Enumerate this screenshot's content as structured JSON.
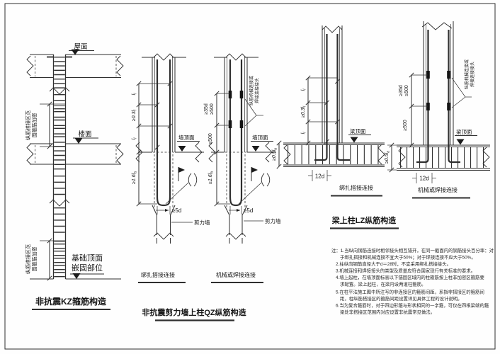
{
  "kz": {
    "roof_label": "屋面",
    "floor_label": "楼面",
    "foundation_label_1": "基础顶面",
    "foundation_label_2": "嵌固部位",
    "lap_note_1": "纵筋搭接区范",
    "lap_note_2": "围箍筋加密",
    "title": "非抗震KZ箍筋构造"
  },
  "qz_lap": {
    "dim_l1": {
      "main": "l",
      "sub": "l"
    },
    "dim_03": {
      "main": "≥0.3l",
      "sub": "l"
    },
    "dim_l2": {
      "main": "l",
      "sub": "l"
    },
    "dim_anchor": {
      "main": "≥1.6l",
      "sub": "a"
    },
    "wall_top": "墙顶面",
    "hook": "≥5d",
    "wall": "剪力墙",
    "subtitle": "绑扎搭接连接"
  },
  "qz_mech": {
    "dim_35d": "≥35d",
    "dim_500a": "≥500",
    "dim_500b": "≥500",
    "dim_anchor": {
      "main": "≥1.6l",
      "sub": "a"
    },
    "joint_note_1": "纵筋机械连接或",
    "joint_note_2": "焊接连接接头",
    "wall_top": "墙顶面",
    "hook": "≥5d",
    "wall": "剪力墙",
    "subtitle": "机械或焊接连接"
  },
  "qz_title": "非抗震剪力墙上柱QZ纵筋构造",
  "lz_lap": {
    "dim_l1": {
      "main": "l",
      "sub": "l"
    },
    "dim_03": {
      "main": "≥0.3l",
      "sub": "l"
    },
    "dim_l2": {
      "main": "l",
      "sub": "l"
    },
    "dim_anchor": {
      "main": "≥0.5l",
      "sub": "a"
    },
    "beam_top": "梁顶面",
    "hook": "12d",
    "subtitle": "绑扎搭接连接"
  },
  "lz_mech": {
    "dim_35d": "≥35d",
    "dim_500a": "≥500",
    "dim_500b": "≥500",
    "dim_anchor": {
      "main": "≥0.5l",
      "sub": "a"
    },
    "joint_note_1": "纵筋机械连接或",
    "joint_note_2": "焊接连接接头",
    "beam_top": "梁顶面",
    "hook": "12d",
    "subtitle": "机械或焊接连接"
  },
  "lz_title": "梁上柱LZ纵筋构造",
  "notes": {
    "lines": [
      "注：1.当纵向钢筋连接时相邻接头相互错开，在同一截面内的钢筋接头百分率：对",
      "于绑扎搭接和机械连接不宜大于50%；对于焊接连接不应大于50%。",
      "2.柱纵向钢筋直径大于d＝28时，不宜采用绑扎搭接接头。",
      "3.机械连接和焊接接头的类型及质量应符合国家现行有关标准的要求。",
      "4.墙上起柱，在墙顶面标高以下锚固区域内的柱箍筋按上柱非加密区箍筋要",
      "求配置。梁上起柱，在梁内设两道柱箍筋。",
      "5.在柱平法施工图中所注写的非连接区的箍筋间距，系指非搭接区的箍筋间",
      "距，柱纵筋搭接区的箍筋间距设置详见具体工程的设计说明。",
      "6.当为复合箍筋时，对于四边形箍与形状相同的一字箍，可仅在四根梁端的箍",
      "梁处非搭接区范围内对应设置非抗震常见做法。"
    ]
  }
}
